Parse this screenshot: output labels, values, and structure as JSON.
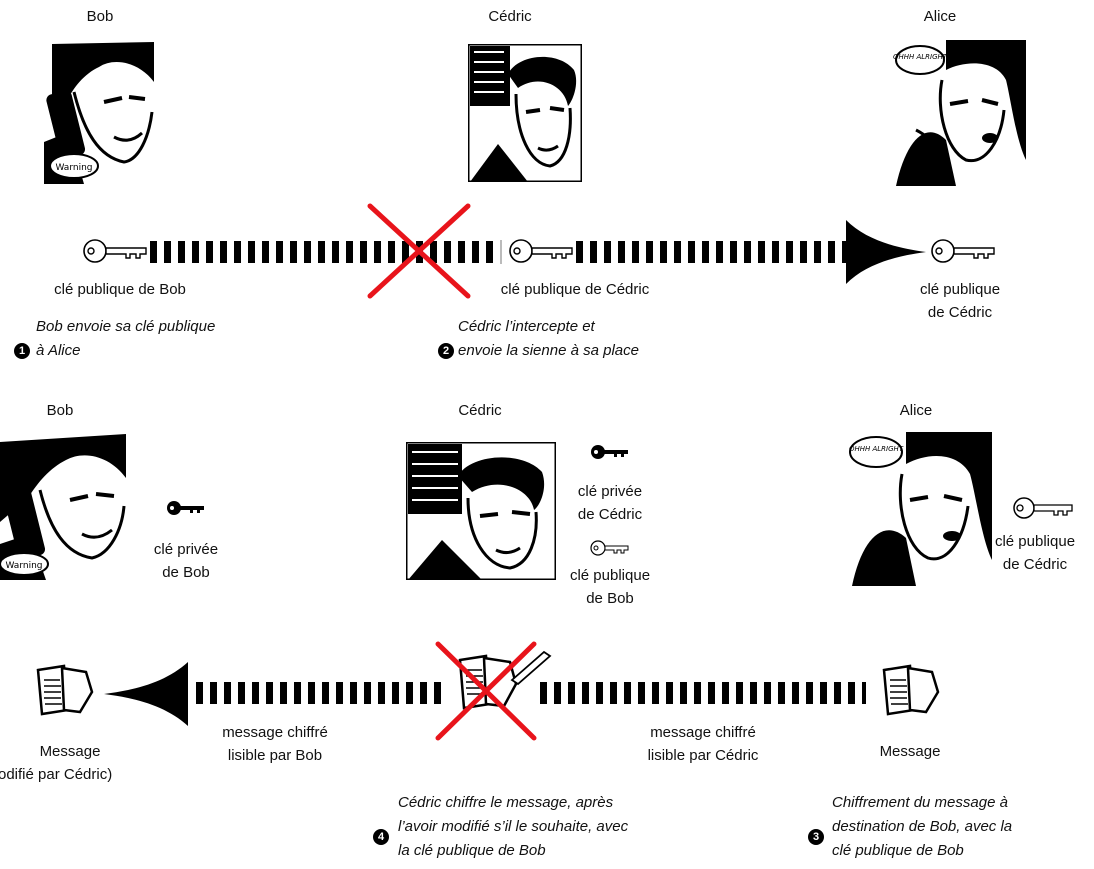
{
  "top": {
    "names": {
      "bob": "Bob",
      "cedric": "Cédric",
      "alice": "Alice"
    },
    "bob_bubble": "Warning",
    "alice_bubble": "OHHH ALRIGHT",
    "labels": {
      "bob_key": "clé publique de Bob",
      "cedric_key": "clé publique de Cédric",
      "alice_key_line1": "clé publique",
      "alice_key_line2": "de Cédric"
    },
    "steps": {
      "step1": {
        "number": "1",
        "line1": "Bob envoie sa clé publique",
        "line2": "à Alice"
      },
      "step2": {
        "number": "2",
        "line1": "Cédric l’intercepte et",
        "line2": "envoie la sienne à sa place"
      }
    }
  },
  "middle": {
    "names": {
      "bob": "Bob",
      "cedric": "Cédric",
      "alice": "Alice"
    },
    "bob_key_line1": "clé privée",
    "bob_key_line2": "de Bob",
    "cedric_priv_line1": "clé privée",
    "cedric_priv_line2": "de Cédric",
    "cedric_pub_line1": "clé publique",
    "cedric_pub_line2": "de Bob",
    "alice_key_line1": "clé publique",
    "alice_key_line2": "de Cédric"
  },
  "bottom": {
    "left_msg_line1": "Message",
    "left_msg_line2": "odifié par Cédric)",
    "left_arrow_line1": "message chiffré",
    "left_arrow_line2": "lisible par Bob",
    "right_arrow_line1": "message chiffré",
    "right_arrow_line2": "lisible par Cédric",
    "right_msg": "Message",
    "steps": {
      "step4": {
        "number": "4",
        "line1": "Cédric chiffre le message, après",
        "line2": "l’avoir modifié s’il le souhaite, avec",
        "line3": "la clé publique de Bob"
      },
      "step3": {
        "number": "3",
        "line1": "Chiffrement du message à",
        "line2": "destination de Bob, avec la",
        "line3": "clé publique de Bob"
      }
    }
  },
  "colors": {
    "cross": "#e8141b",
    "ink": "#000000"
  },
  "icons": [
    "public-key-icon",
    "private-key-icon",
    "document-icon",
    "pen-document-icon",
    "cross-icon",
    "arrowhead-icon"
  ]
}
